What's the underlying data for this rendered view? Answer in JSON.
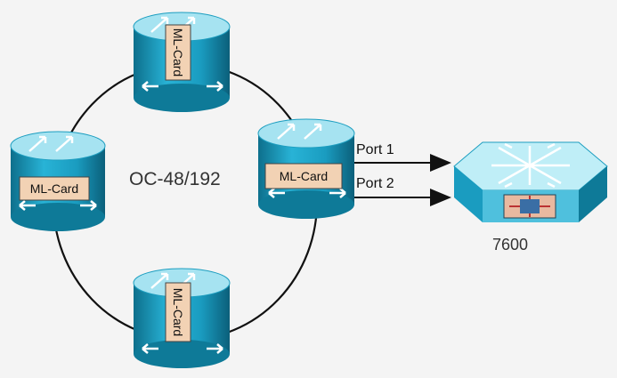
{
  "ring": {
    "label": "OC-48/192"
  },
  "nodes": [
    {
      "card_label": "ML-Card"
    },
    {
      "card_label": "ML-Card"
    },
    {
      "card_label": "ML-Card"
    },
    {
      "card_label": "ML-Card"
    }
  ],
  "ports": [
    {
      "label": "Port 1"
    },
    {
      "label": "Port 2"
    }
  ],
  "switch": {
    "label": "7600"
  },
  "colors": {
    "router_top": "#9fe0ee",
    "router_side": "#1d9ec0",
    "router_dark": "#0d6f8c",
    "card_fill": "#f2d2b4",
    "ring_line": "#111111",
    "switch_face": "#4fc0dd"
  }
}
